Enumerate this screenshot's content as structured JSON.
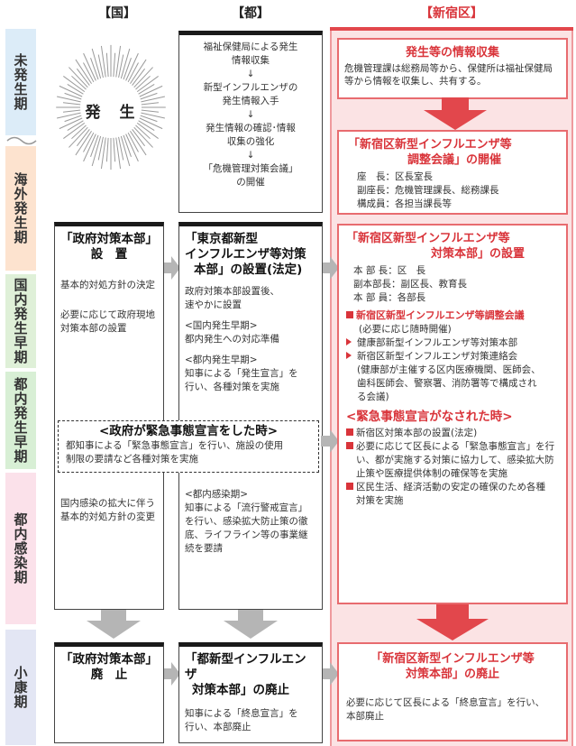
{
  "columns": {
    "kuni": "【国】",
    "to": "【都】",
    "shinjuku": "【新宿区】"
  },
  "phases": [
    "未発生期",
    "海外発生期",
    "国内発生早期",
    "都内発生早期",
    "都内感染期",
    "小康期"
  ],
  "phase_colors": [
    "#dcecf8",
    "#fde3cf",
    "#dff0d8",
    "#d8efd5",
    "#fbe1ea",
    "#e3e6f4"
  ],
  "burst_label": "発　生",
  "to_early": {
    "lines": [
      "福祉保健局による発生",
      "情報収集",
      "↓",
      "新型インフルエンザの",
      "発生情報入手",
      "↓",
      "発生情報の確認･情報",
      "収集の強化",
      "↓",
      "「危機管理対策会議」",
      "の開催"
    ]
  },
  "shinjuku_collect": {
    "title": "発生等の情報収集",
    "body": "危機管理課は総務局等から、保健所は福祉保健局等から情報を収集し、共有する。"
  },
  "shinjuku_meeting": {
    "title1": "「新宿区新型インフルエンザ等",
    "title2": "調整会議」の開催",
    "rows": [
      {
        "k": "座　長",
        "v": "区長室長"
      },
      {
        "k": "副座長",
        "v": "危機管理課長、総務課長"
      },
      {
        "k": "構成員",
        "v": "各担当課長等"
      }
    ]
  },
  "kuni_hq": {
    "title1": "「政府対策本部」",
    "title2": "設　置",
    "p1": "基本的対処方針の決定",
    "p2a": "必要に応じて政府現地",
    "p2b": "対策本部の設置",
    "p3a": "国内感染の拡大に伴う",
    "p3b": "基本的対処方針の変更"
  },
  "to_hq": {
    "title1": "「東京都新型",
    "title2": "インフルエンザ等対策",
    "title3": "本部」の設置(法定)",
    "p1a": "政府対策本部設置後、",
    "p1b": "速やかに設置",
    "p2a": "<国内発生早期>",
    "p2b": "都内発生への対応準備",
    "p3a": "<都内発生早期>",
    "p3b": "知事による「発生宣言」を",
    "p3c": "行い、各種対策を実施",
    "p4a": "<都内感染期>",
    "p4b": "知事による「流行警戒宣言」",
    "p4c": "を行い、感染拡大防止策の徹",
    "p4d": "底、ライフライン等の事業継",
    "p4e": "続を要請"
  },
  "emergency": {
    "title": "<政府が緊急事態宣言をした時>",
    "body1": "都知事による「緊急事態宣言」を行い、施設の使用",
    "body2": "制限の要請など各種対策を実施"
  },
  "shinjuku_hq": {
    "title1": "「新宿区新型インフルエンザ等",
    "title2": "対策本部」の設置",
    "rows": [
      {
        "k": "本 部 長",
        "v": "区　長"
      },
      {
        "k": "副本部長",
        "v": "副区長、教育長"
      },
      {
        "k": "本 部 員",
        "v": "各部長"
      }
    ],
    "sub_title": "新宿区新型インフルエンザ等調整会議",
    "sub_note": "(必要に応じ随時開催)",
    "item1": "健康部新型インフルエンザ等対策本部",
    "item2": "新宿区新型インフルエンザ対策連絡会",
    "item2_note1": "(健康部が主催する区内医療機関、医師会、",
    "item2_note2": "歯科医師会、警察署、消防署等で構成され",
    "item2_note3": "る会議)",
    "em_title": "<緊急事態宣言がなされた時>",
    "em1": "新宿区対策本部の設置(法定)",
    "em2a": "必要に応じて区長による「緊急事態宣言」を行",
    "em2b": "い、都が実施する対策に協力して、感染拡大防",
    "em2c": "止策や医療提供体制の確保等を実施",
    "em3a": "区民生活、経済活動の安定の確保のため各種",
    "em3b": "対策を実施"
  },
  "kuni_end": {
    "title1": "「政府対策本部」",
    "title2": "廃　止"
  },
  "to_end": {
    "title1": "「都新型インフルエンザ",
    "title2": "対策本部」の廃止",
    "body1": "知事による「終息宣言」を",
    "body2": "行い、本部廃止"
  },
  "shinjuku_end": {
    "title1": "「新宿区新型インフルエンザ等",
    "title2": "対策本部」の廃止",
    "body1": "必要に応じて区長による「終息宣言」を行い、",
    "body2": "本部廃止"
  }
}
